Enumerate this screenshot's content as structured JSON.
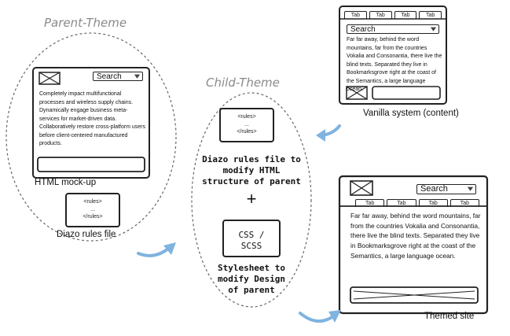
{
  "parent_theme": {
    "title": "Parent-Theme",
    "mockup": {
      "search_label": "Search",
      "body_text": "Completely impact multifunctional processes and wireless supply chains. Dynamically engage business meta-services for market-driven data. Collaboratively restore cross-platform users before client-centered manufactured products.",
      "caption": "HTML mock-up"
    },
    "rules_file": {
      "line1": "<rules>",
      "line2": "...",
      "line3": "</rules>",
      "caption": "Diazo rules file"
    }
  },
  "child_theme": {
    "title": "Child-Theme",
    "rules_file": {
      "line1": "<rules>",
      "line2": "...",
      "line3": "</rules>",
      "description": [
        "Diazo rules file to",
        "modify HTML",
        "structure of parent"
      ]
    },
    "plus": "+",
    "stylesheet": {
      "lines": [
        "CSS /",
        "SCSS"
      ],
      "description": [
        "Stylesheet to",
        "modify Design",
        "of parent"
      ]
    }
  },
  "vanilla": {
    "tabs": [
      "Tab",
      "Tab",
      "Tab",
      "Tab"
    ],
    "search_label": "Search",
    "body_text": "Far far away, behind the word mountains, far from the countries Vokalia and Consonantia, there live the blind texts. Separated they live in Bookmarksgrove right at the coast of the Semantics, a large language ocean.",
    "caption": "Vanilla system (content)"
  },
  "themed": {
    "search_label": "Search",
    "tabs": [
      "Tab",
      "Tab",
      "Tab",
      "Tab"
    ],
    "body_text": "Far far away, behind the word mountains, far from the countries Vokalia and Consonantia, there live the blind texts. Separated they live in Bookmarksgrove right at the coast of the Semantics, a large language ocean.",
    "caption": "Themed site"
  },
  "colors": {
    "arrow": "#7fb3e0",
    "outline": "#222222",
    "dashed": "#666666",
    "title_gray": "#8a8a8a"
  }
}
